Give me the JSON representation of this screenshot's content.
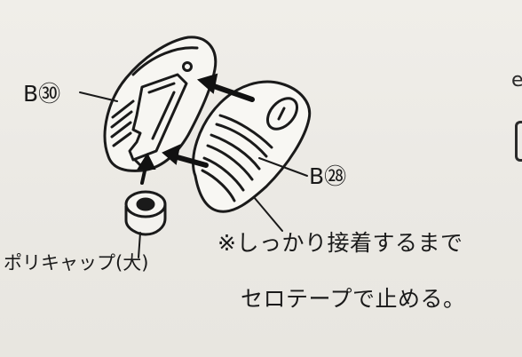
{
  "labels": {
    "part_b30": "B㉚",
    "part_b28": "B㉘",
    "polycap": "ポリキャップ(大)",
    "note_line1": "※しっかり接着するまで",
    "note_line2": "セロテープで止める。",
    "edge_glyph": "e"
  }
}
